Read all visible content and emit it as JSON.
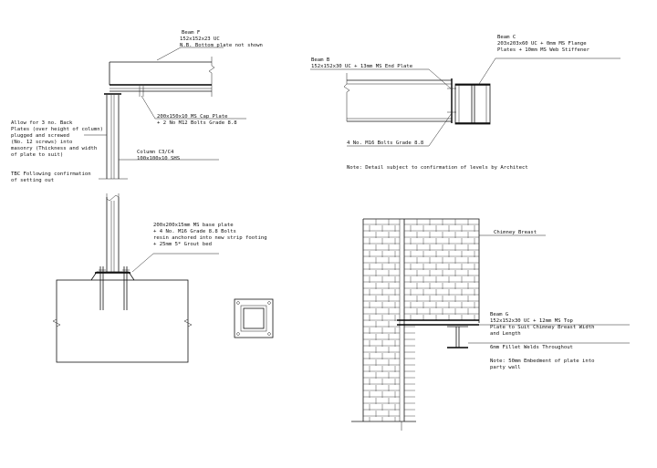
{
  "detail_cap": {
    "beam_f": "Beam F",
    "beam_f_size": "152x152x23  UC",
    "beam_f_note": "N.B. Bottom plate not shown",
    "cap_plate": "200x150x10 MS Cap Plate",
    "cap_bolts": "+ 2 No M12 Bolts Grade 8.8",
    "column": "Column C3/C4",
    "column_size": "100x100x10 SHS",
    "back_plates": [
      "Allow for 3 no. Back",
      "Plates (over height of column)",
      "plugged and screwed",
      "(No. 12 screws) into",
      "masonry (Thickness and width",
      "of plate to suit)"
    ],
    "tbc": [
      "TBC Following confirmation",
      "of setting out"
    ]
  },
  "detail_connection": {
    "beam_b": "Beam B",
    "beam_b_size": "152x152x30 UC + 13mm MS End Plate",
    "beam_c": "Beam C",
    "beam_c_size": "203x203x60 UC +  0mm MS Flange",
    "beam_c_plates": "Plates + 10mm MS Web Stiffener",
    "bolts": "4 No. M16 Bolts Grade 8.8",
    "note": "Note: Detail subject to confirmation of levels by Architect"
  },
  "detail_base": {
    "base_plate": [
      "200x200x15mm MS base plate",
      "+ 4 No. M16 Grade 8.8 Bolts",
      "resin anchored into new strip footing",
      "+ 25mm 5* Grout bed"
    ]
  },
  "detail_chimney": {
    "chimney": "Chimney Breast",
    "beam_g": [
      "Beam G",
      "152x152x30 UC + 12mm MS Top",
      "Plate to Suit Chimney Breast Width",
      "and Length"
    ],
    "welds": "6mm Fillet Welds Throughout",
    "embed_note": [
      "Note: 50mm Embedment of plate into",
      "party wall"
    ]
  }
}
